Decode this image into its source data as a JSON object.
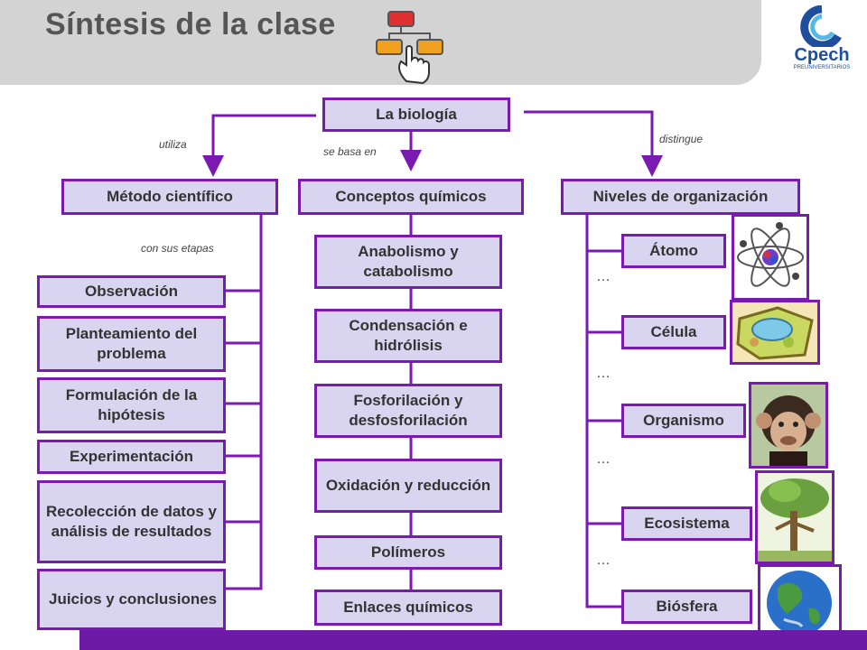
{
  "header": {
    "title": "Síntesis de la clase"
  },
  "logo": {
    "text": "Cpech",
    "subtext": "PREUNIVERSITARIOS"
  },
  "root": {
    "label": "La biología"
  },
  "connectors": {
    "left": "utiliza",
    "middle": "se basa en",
    "right": "distingue",
    "stages": "con sus etapas"
  },
  "branches": {
    "method": "Método científico",
    "chemistry": "Conceptos químicos",
    "levels": "Niveles de organización"
  },
  "method_steps": [
    "Observación",
    "Planteamiento del problema",
    "Formulación de la hipótesis",
    "Experimentación",
    "Recolección de datos y análisis de resultados",
    "Juicios y conclusiones"
  ],
  "chemistry_concepts": [
    "Anabolismo y catabolismo",
    "Condensación e hidrólisis",
    "Fosforilación y desfosforilación",
    "Oxidación y reducción",
    "Polímeros",
    "Enlaces químicos"
  ],
  "levels": [
    "Átomo",
    "Célula",
    "Organismo",
    "Ecosistema",
    "Biósfera"
  ],
  "ellipsis": "…",
  "icons": {
    "title_icon": "flowchart-hand-icon",
    "atom": "atom-icon",
    "cell": "cell-icon",
    "organism": "chimpanzee-icon",
    "ecosystem": "tree-icon",
    "biosphere": "earth-icon"
  },
  "colors": {
    "box_fill": "#d9d5f0",
    "box_border": "#7a1ab2",
    "line": "#7a1ab2",
    "accent_bar": "#6d1aa6",
    "header": "#d3d3d3"
  }
}
